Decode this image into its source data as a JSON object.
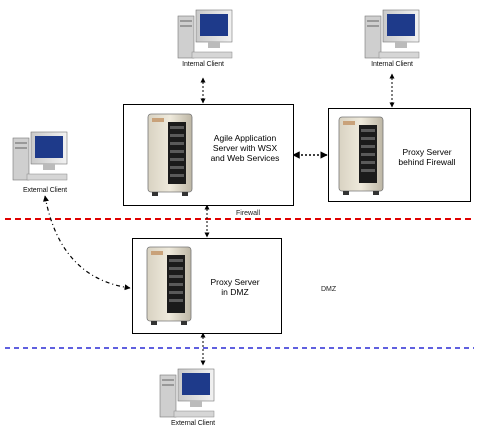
{
  "nodes": {
    "app_server": {
      "label": "Agile Application\nServer with WSX\nand Web Services"
    },
    "proxy_firewall": {
      "label": "Proxy Server\nbehind Firewall"
    },
    "proxy_dmz": {
      "label": "Proxy Server\nin DMZ"
    },
    "client_top_left": {
      "label": "Internal Client"
    },
    "client_top_right": {
      "label": "Internal Client"
    },
    "client_left": {
      "label": "External Client"
    },
    "client_bottom": {
      "label": "External Client"
    }
  },
  "zones": {
    "firewall": {
      "label": "Firewall",
      "color": "#e00000"
    },
    "dmz": {
      "label": "DMZ",
      "color": "#0000cc"
    }
  },
  "colors": {
    "line": "#000000",
    "firewall_line": "#e00000",
    "dmz_line": "#0000cc"
  }
}
